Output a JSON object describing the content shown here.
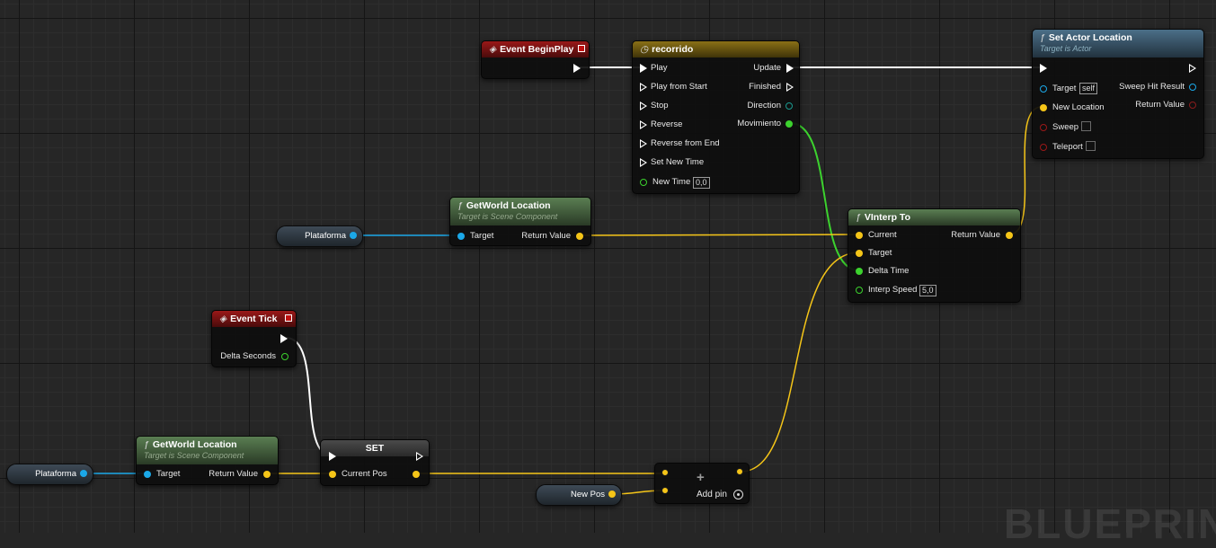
{
  "nodes": {
    "event_beginplay": {
      "title": "Event BeginPlay"
    },
    "timeline": {
      "title": "recorrido",
      "inputs": [
        "Play",
        "Play from Start",
        "Stop",
        "Reverse",
        "Reverse from End",
        "Set New Time",
        "New Time"
      ],
      "new_time_value": "0,0",
      "outputs": [
        "Update",
        "Finished",
        "Direction",
        "Movimiento"
      ]
    },
    "set_actor_location": {
      "title": "Set Actor Location",
      "subtitle": "Target is Actor",
      "target_label": "Target",
      "target_value": "self",
      "new_location_label": "New Location",
      "sweep_label": "Sweep",
      "teleport_label": "Teleport",
      "sweep_hit_result_label": "Sweep Hit Result",
      "return_value_label": "Return Value"
    },
    "get_world_location_top": {
      "title": "GetWorld Location",
      "subtitle": "Target is Scene Component",
      "target_label": "Target",
      "return_value_label": "Return Value"
    },
    "plataforma_top": {
      "label": "Plataforma"
    },
    "vinterp_to": {
      "title": "VInterp To",
      "current_label": "Current",
      "target_label": "Target",
      "delta_time_label": "Delta Time",
      "interp_speed_label": "Interp Speed",
      "interp_speed_value": "5,0",
      "return_value_label": "Return Value"
    },
    "event_tick": {
      "title": "Event Tick",
      "delta_seconds_label": "Delta Seconds"
    },
    "get_world_location_bottom": {
      "title": "GetWorld Location",
      "subtitle": "Target is Scene Component",
      "target_label": "Target",
      "return_value_label": "Return Value"
    },
    "plataforma_bottom": {
      "label": "Plataforma"
    },
    "set_node": {
      "title": "SET",
      "current_pos_label": "Current Pos"
    },
    "new_pos_var": {
      "label": "New Pos"
    },
    "add_node": {
      "symbol": "+",
      "add_pin_label": "Add pin"
    }
  },
  "watermark": "BLUEPRINT",
  "colors": {
    "vector_pin": "#f5c518",
    "object_pin": "#1ba8e8",
    "float_pin": "#3cd22e",
    "exec_pin": "#ffffff",
    "event_header": "#9a1818",
    "timeline_header": "#8a7016",
    "pure_function_header": "#5a7e52",
    "function_header": "#4b6f88"
  }
}
